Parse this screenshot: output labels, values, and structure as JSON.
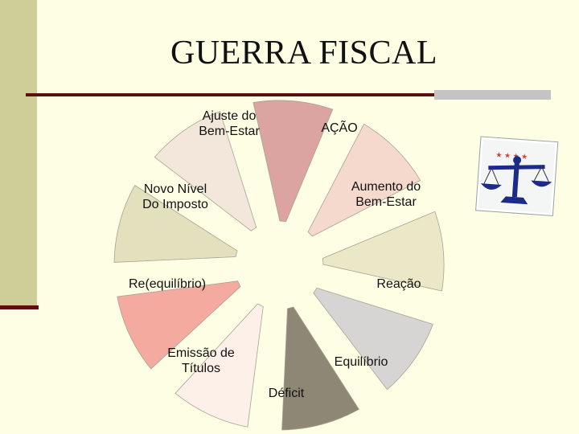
{
  "slide": {
    "title": "GUERRA FISCAL"
  },
  "diagram": {
    "segments": [
      {
        "id": "acao",
        "label": "AÇÃO",
        "color": "#dba4a0"
      },
      {
        "id": "aumento",
        "label": "Aumento do\nBem-Estar",
        "color": "#f5d9cc"
      },
      {
        "id": "reacao",
        "label": "Reação",
        "color": "#eae8c6"
      },
      {
        "id": "equilibrio",
        "label": "Equilíbrio",
        "color": "#d7d5d3"
      },
      {
        "id": "deficit",
        "label": "Déficit",
        "color": "#8f8775"
      },
      {
        "id": "emissao",
        "label": "Emissão de\nTítulos",
        "color": "#fcf0e8"
      },
      {
        "id": "requilibrio",
        "label": "Re(equilíbrio)",
        "color": "#f4aa9e"
      },
      {
        "id": "novo",
        "label": "Novo Nível\nDo Imposto",
        "color": "#e3e1bd"
      },
      {
        "id": "ajuste",
        "label": "Ajuste do\nBem-Estar",
        "color": "#f3e6db"
      }
    ]
  },
  "clipart": {
    "name": "scales-of-justice-icon"
  }
}
